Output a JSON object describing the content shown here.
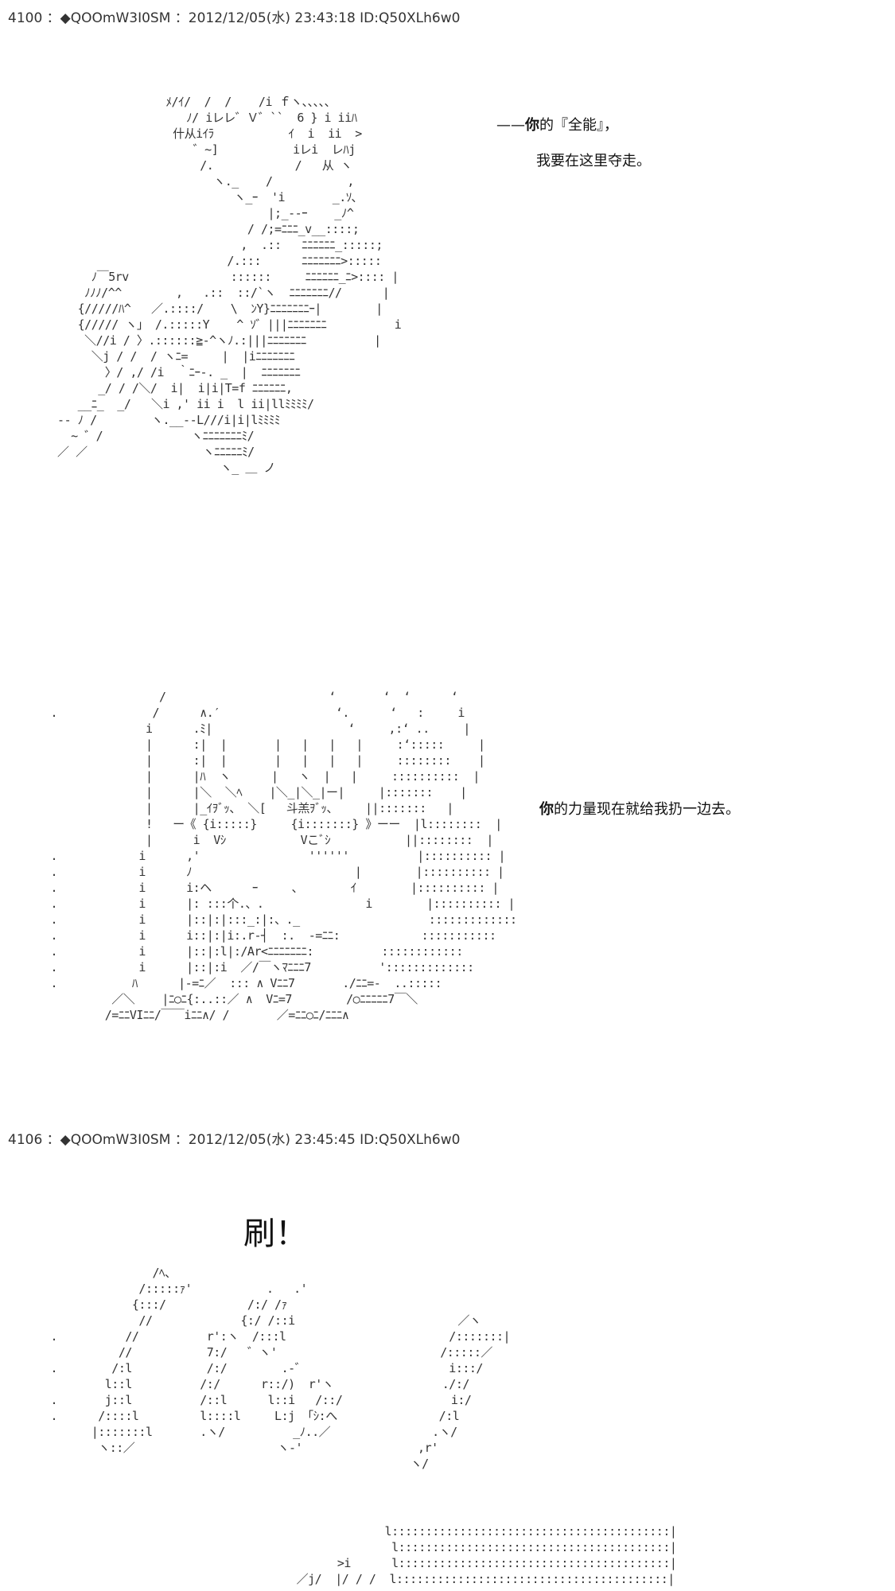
{
  "posts": [
    {
      "header": "4100 ：◆QOOmW3I0SM ：2012/12/05(水) 23:43:18 ID:Q50XLh6w0",
      "lines": [
        {
          "prefix": "——",
          "bold": "你",
          "suffix": "的『全能』，"
        },
        {
          "prefix": "我要在这里夺走。",
          "bold": "",
          "suffix": ""
        },
        {
          "prefix": "",
          "bold": "你",
          "suffix": "的力量现在就给我扔一边去。"
        }
      ]
    },
    {
      "header": "4106 ：◆QOOmW3I0SM ：2012/12/05(水) 23:45:45 ID:Q50XLh6w0",
      "sfx": "刷！"
    }
  ]
}
